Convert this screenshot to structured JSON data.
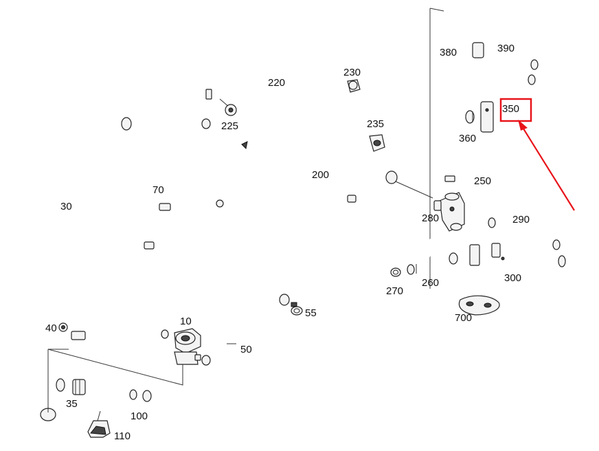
{
  "labels": [
    {
      "id": "10",
      "text": "10"
    },
    {
      "id": "30",
      "text": "30"
    },
    {
      "id": "35",
      "text": "35"
    },
    {
      "id": "40",
      "text": "40"
    },
    {
      "id": "50",
      "text": "50"
    },
    {
      "id": "55",
      "text": "55"
    },
    {
      "id": "70",
      "text": "70"
    },
    {
      "id": "100",
      "text": "100"
    },
    {
      "id": "110",
      "text": "110"
    },
    {
      "id": "200",
      "text": "200"
    },
    {
      "id": "220",
      "text": "220"
    },
    {
      "id": "225",
      "text": "225"
    },
    {
      "id": "230",
      "text": "230"
    },
    {
      "id": "235",
      "text": "235"
    },
    {
      "id": "250",
      "text": "250"
    },
    {
      "id": "260",
      "text": "260"
    },
    {
      "id": "270",
      "text": "270"
    },
    {
      "id": "280",
      "text": "280"
    },
    {
      "id": "290",
      "text": "290"
    },
    {
      "id": "300",
      "text": "300"
    },
    {
      "id": "350",
      "text": "350"
    },
    {
      "id": "360",
      "text": "360"
    },
    {
      "id": "380",
      "text": "380"
    },
    {
      "id": "390",
      "text": "390"
    },
    {
      "id": "700",
      "text": "700"
    }
  ],
  "highlight": {
    "part": "350",
    "color": "#e8141a"
  }
}
